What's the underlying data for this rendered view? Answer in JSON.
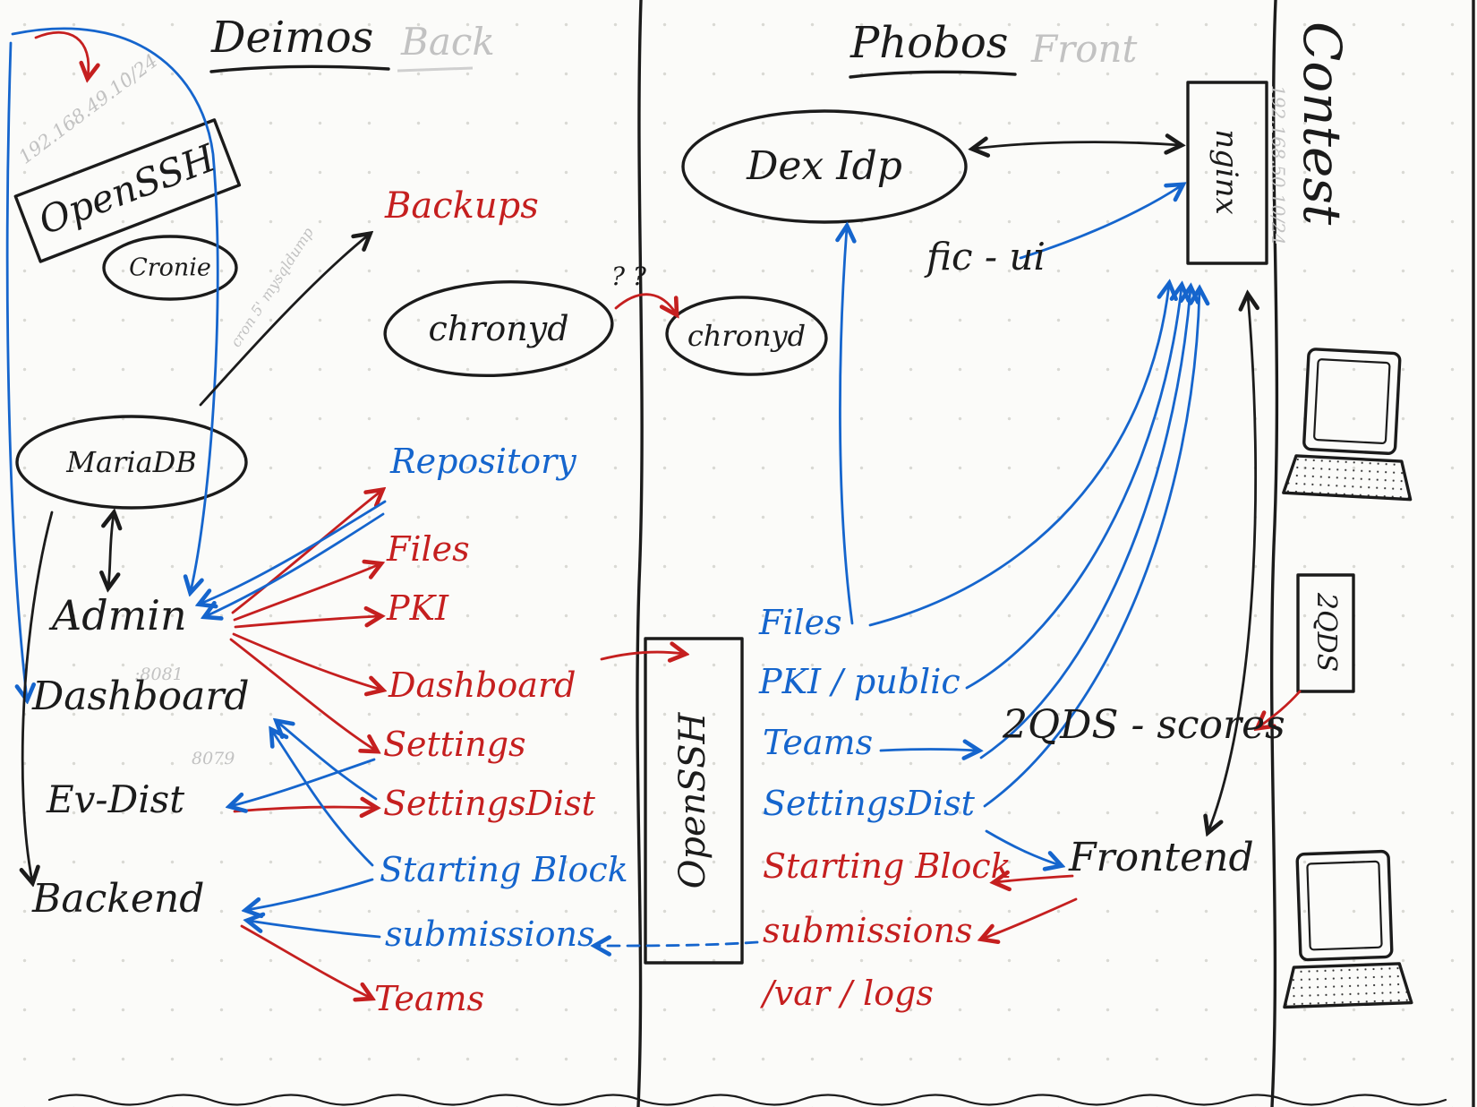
{
  "colors": {
    "black": "#1b1b1b",
    "red": "#c51f1f",
    "blue": "#1565cd",
    "gray": "#c2c2c2"
  },
  "deimos": {
    "title": "Deimos",
    "subtitle": "Back",
    "ip": "192.168.49.10/24",
    "nodes": {
      "openssh": "OpenSSH",
      "cronie": "Cronie",
      "cron_note": "cron 5' mysqldump",
      "backups": "Backups",
      "chronyd": "chronyd",
      "question_marks": "?  ?",
      "mariadb": "MariaDB",
      "admin": "Admin",
      "admin_port": ":8081",
      "dashboard": "Dashboard",
      "dashboard_port": "8079",
      "evdist": "Ev-Dist",
      "backend": "Backend"
    },
    "resources": {
      "repository": "Repository",
      "files": "Files",
      "pki": "PKI",
      "dashboard": "Dashboard",
      "settings": "Settings",
      "settingsdist": "SettingsDist",
      "startingblock": "Starting Block",
      "submissions": "submissions",
      "teams": "Teams"
    }
  },
  "bridge": {
    "openssh": "OpenSSH"
  },
  "phobos": {
    "title": "Phobos",
    "subtitle": "Front",
    "ip": "192.168.50.10/24",
    "nodes": {
      "dexidp": "Dex Idp",
      "nginx": "nginx",
      "ficui": "fic - ui",
      "chronyd": "chronyd",
      "qds_scores": "2QDS - scores",
      "frontend": "Frontend"
    },
    "resources": {
      "files": "Files",
      "pki_public": "PKI / public",
      "teams": "Teams",
      "settingsdist": "SettingsDist",
      "startingblock": "Starting Block",
      "submissions": "submissions",
      "var_logs": "/var / logs"
    }
  },
  "contest": {
    "title": "Contest",
    "qds": "2QDS"
  }
}
